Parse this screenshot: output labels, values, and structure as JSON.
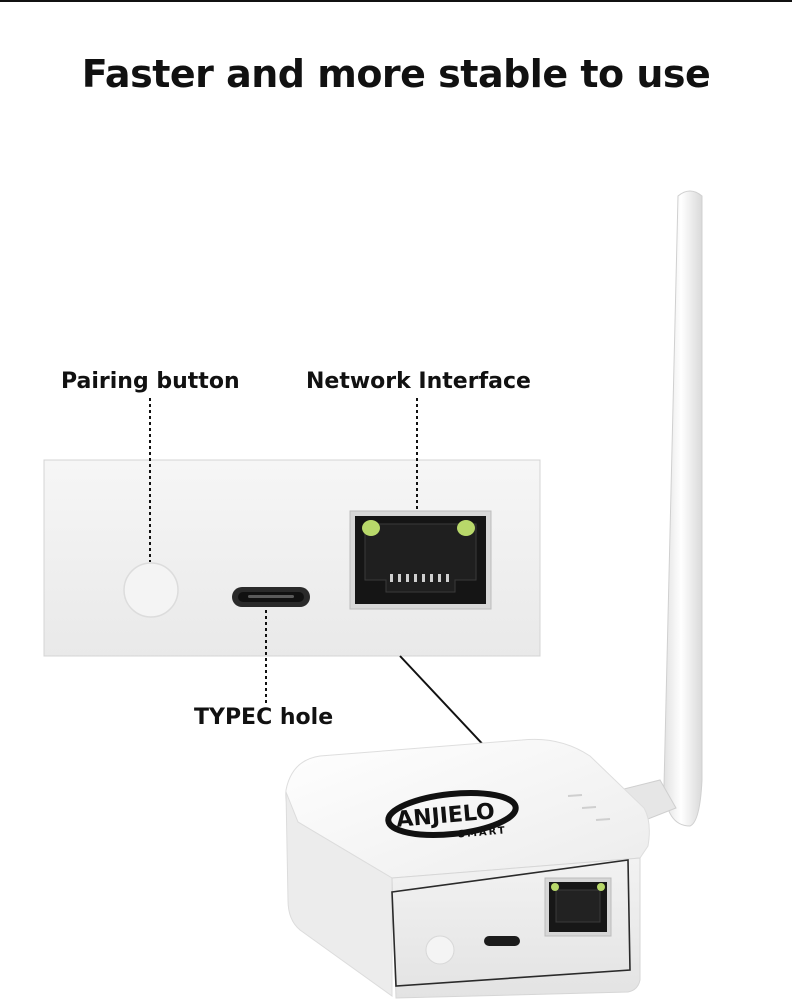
{
  "headline": "Faster and more stable to use",
  "callouts": {
    "pairing_button": "Pairing button",
    "network_interface": "Network Interface",
    "typec_hole": "TYPEC hole"
  },
  "brand": {
    "name": "ANJIELO",
    "sub": "SMART"
  },
  "colors": {
    "text": "#111111",
    "device_white": "#f3f3f3",
    "port_led_green": "#b8d86a"
  }
}
